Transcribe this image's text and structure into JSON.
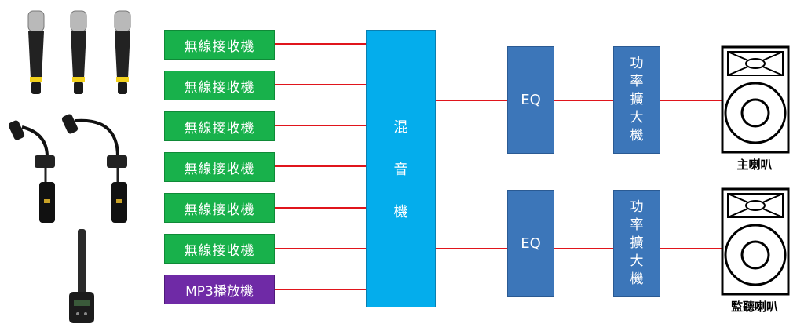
{
  "receivers": [
    {
      "label": "無線接收機"
    },
    {
      "label": "無線接收機"
    },
    {
      "label": "無線接收機"
    },
    {
      "label": "無線接收機"
    },
    {
      "label": "無線接收機"
    },
    {
      "label": "無線接收機"
    }
  ],
  "mp3_player": {
    "label": "MP3播放機"
  },
  "mixer": {
    "label": [
      "混",
      "音",
      "機"
    ]
  },
  "eq_main": {
    "label": "EQ"
  },
  "eq_monitor": {
    "label": "EQ"
  },
  "amp_main": {
    "label": [
      "功",
      "率",
      "擴",
      "大",
      "機"
    ]
  },
  "amp_monitor": {
    "label": [
      "功",
      "率",
      "擴",
      "大",
      "機"
    ]
  },
  "speaker_main": {
    "label": "主喇叭"
  },
  "speaker_monitor": {
    "label": "監聽喇叭"
  },
  "colors": {
    "receiver": "#18b14b",
    "mp3": "#6f2aa6",
    "mixer": "#04adec",
    "eq_amp": "#3c76b9",
    "wire": "#e0151c"
  },
  "icons": {
    "handheld_mics": [
      "handheld-microphone-icon",
      "handheld-microphone-icon",
      "handheld-microphone-icon"
    ],
    "clip_mics": [
      "gooseneck-clip-microphone-icon",
      "gooseneck-clip-microphone-icon"
    ],
    "shotgun_mic": "shotgun-microphone-transmitter-icon",
    "speakers": [
      "speaker-cabinet-icon",
      "speaker-cabinet-icon"
    ]
  }
}
